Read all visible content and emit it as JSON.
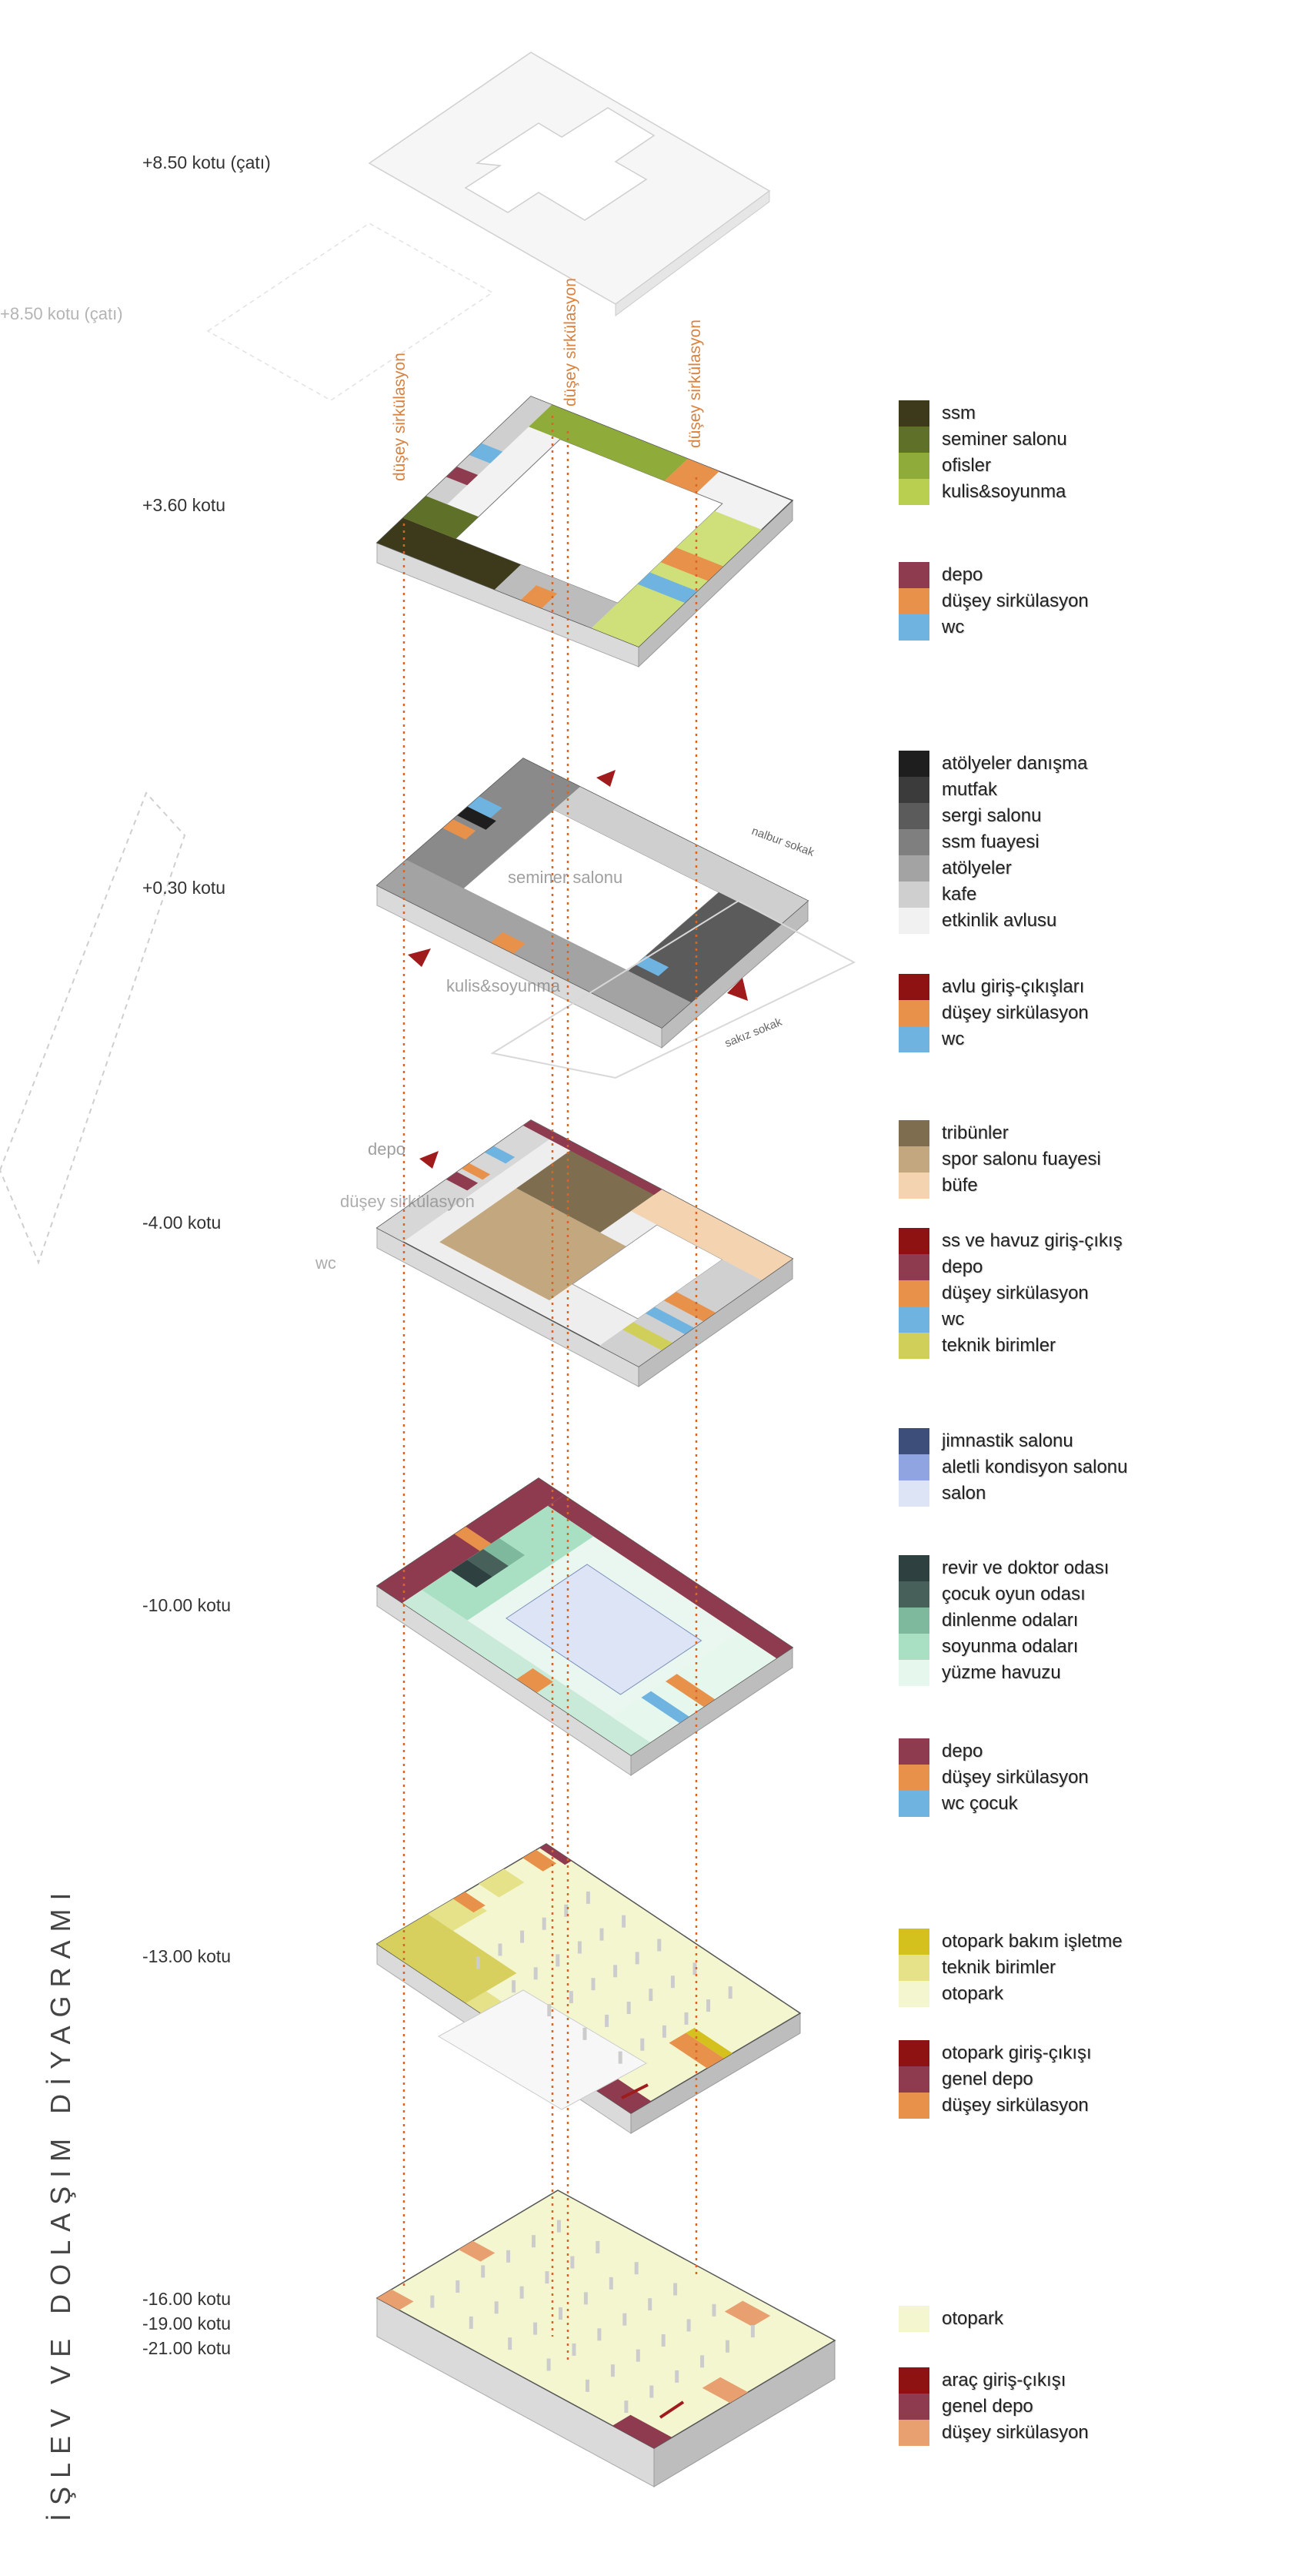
{
  "title": "İŞLEV VE DOLAŞIM DİYAGRAMI",
  "colors": {
    "dusey_sirkulasyon": "#e8914a",
    "depo": "#8e3b50",
    "wc": "#6fb3e0",
    "circulation_line": "#d4662a"
  },
  "circulation_labels": [
    "düşey sirkülasyon",
    "düşey sirkülasyon",
    "düşey sirkülasyon"
  ],
  "levels": [
    {
      "label": "+8.50 kotu (çatı)"
    },
    {
      "label": "+3.60 kotu"
    },
    {
      "label": "+0.30 kotu"
    },
    {
      "label": "-4.00 kotu"
    },
    {
      "label": "-10.00 kotu"
    },
    {
      "label": "-13.00 kotu"
    },
    {
      "label": "-16.00 kotu"
    },
    {
      "label": "-19.00 kotu"
    },
    {
      "label": "-21.00 kotu"
    }
  ],
  "ghost_texts": [
    {
      "text": "+8.50 kotu (çatı)"
    },
    {
      "text": "seminer salonu"
    },
    {
      "text": "kulis&soyunma"
    },
    {
      "text": "depo"
    },
    {
      "text": "düşey sirkülasyon"
    },
    {
      "text": "wc"
    }
  ],
  "streets": [
    "nalbur sokak",
    "sakız sokak"
  ],
  "legend_groups": [
    {
      "items": [
        {
          "color": "#3d3a1c",
          "label": "ssm"
        },
        {
          "color": "#5f7128",
          "label": "seminer salonu"
        },
        {
          "color": "#8fab3a",
          "label": "ofisler"
        },
        {
          "color": "#b8cf4f",
          "label": "kulis&soyunma"
        }
      ]
    },
    {
      "items": [
        {
          "color": "#8e3b50",
          "label": "depo"
        },
        {
          "color": "#e8914a",
          "label": "düşey sirkülasyon"
        },
        {
          "color": "#6fb3e0",
          "label": "wc"
        }
      ]
    },
    {
      "items": [
        {
          "color": "#1e1e1e",
          "label": "atölyeler danışma"
        },
        {
          "color": "#3b3b3b",
          "label": "mutfak"
        },
        {
          "color": "#5b5b5b",
          "label": "sergi salonu"
        },
        {
          "color": "#7f7f7f",
          "label": "ssm fuayesi"
        },
        {
          "color": "#a3a3a3",
          "label": "atölyeler"
        },
        {
          "color": "#cfcfcf",
          "label": "kafe"
        },
        {
          "color": "#f1f1f1",
          "label": "etkinlik avlusu"
        }
      ]
    },
    {
      "items": [
        {
          "color": "#8e1212",
          "label": "avlu giriş-çıkışları"
        },
        {
          "color": "#e8914a",
          "label": "düşey sirkülasyon"
        },
        {
          "color": "#6fb3e0",
          "label": "wc"
        }
      ]
    },
    {
      "items": [
        {
          "color": "#7e6d4f",
          "label": "tribünler"
        },
        {
          "color": "#c2a77f",
          "label": "spor salonu fuayesi"
        },
        {
          "color": "#f3d3b0",
          "label": "büfe"
        }
      ]
    },
    {
      "items": [
        {
          "color": "#8e1212",
          "label": "ss ve havuz giriş-çıkış"
        },
        {
          "color": "#8e3b50",
          "label": "depo"
        },
        {
          "color": "#e8914a",
          "label": "düşey sirkülasyon"
        },
        {
          "color": "#6fb3e0",
          "label": "wc"
        },
        {
          "color": "#cfcf5a",
          "label": "teknik birimler"
        }
      ]
    },
    {
      "items": [
        {
          "color": "#3e4e7a",
          "label": "jimnastik salonu"
        },
        {
          "color": "#8fa4e0",
          "label": "aletli kondisyon salonu"
        },
        {
          "color": "#dce4f6",
          "label": "salon"
        }
      ]
    },
    {
      "items": [
        {
          "color": "#2f4040",
          "label": "revir ve doktor odası"
        },
        {
          "color": "#47605a",
          "label": "çocuk oyun odası"
        },
        {
          "color": "#7eb89d",
          "label": "dinlenme odaları"
        },
        {
          "color": "#a9e0c4",
          "label": "soyunma odaları"
        },
        {
          "color": "#e6f8ee",
          "label": "yüzme havuzu"
        }
      ]
    },
    {
      "items": [
        {
          "color": "#8e3b50",
          "label": "depo"
        },
        {
          "color": "#e8914a",
          "label": "düşey sirkülasyon"
        },
        {
          "color": "#6fb3e0",
          "label": "wc çocuk"
        }
      ]
    },
    {
      "items": [
        {
          "color": "#d4c11e",
          "label": "otopark bakım işletme"
        },
        {
          "color": "#e5e28a",
          "label": "teknik birimler"
        },
        {
          "color": "#f4f6d0",
          "label": "otopark"
        }
      ]
    },
    {
      "items": [
        {
          "color": "#8e1212",
          "label": "otopark giriş-çıkışı"
        },
        {
          "color": "#8e3b50",
          "label": "genel depo"
        },
        {
          "color": "#e8914a",
          "label": "düşey sirkülasyon"
        }
      ]
    },
    {
      "items": [
        {
          "color": "#f4f6d0",
          "label": "otopark"
        }
      ]
    },
    {
      "items": [
        {
          "color": "#8e1212",
          "label": "araç giriş-çıkışı"
        },
        {
          "color": "#8e3b50",
          "label": "genel depo"
        },
        {
          "color": "#e8a070",
          "label": "düşey sirkülasyon"
        }
      ]
    }
  ]
}
